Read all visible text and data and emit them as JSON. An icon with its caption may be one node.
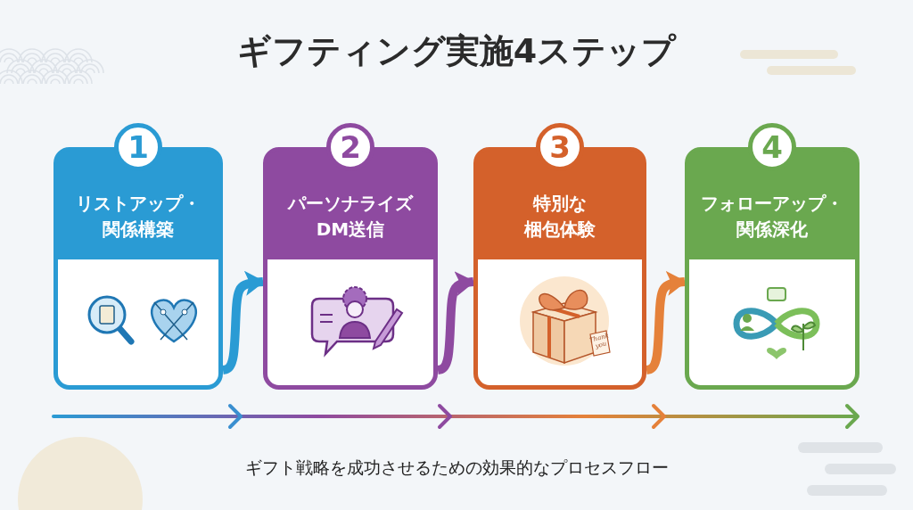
{
  "diagram": {
    "title": "ギフティング実施4ステップ",
    "caption": "ギフト戦略を成功させるための効果的なプロセスフロー",
    "nodes": [
      {
        "text": [
          "1",
          "リストアップ・関係構築"
        ]
      },
      {
        "text": [
          "2",
          "パーソナライズDM送信"
        ]
      },
      {
        "text": [
          "3",
          "特別な梱包体験"
        ]
      },
      {
        "text": [
          "4",
          "フォローアップ・関係深化"
        ]
      }
    ],
    "edges": [
      {
        "from": 0,
        "to": 1,
        "arrow": "to",
        "color": "#2a9bd4"
      },
      {
        "from": 1,
        "to": 2,
        "arrow": "to",
        "color": "#8e4aa0"
      },
      {
        "from": 2,
        "to": 3,
        "arrow": "to",
        "color": "#e5813a"
      }
    ],
    "labels": [
      "Thank you"
    ]
  }
}
